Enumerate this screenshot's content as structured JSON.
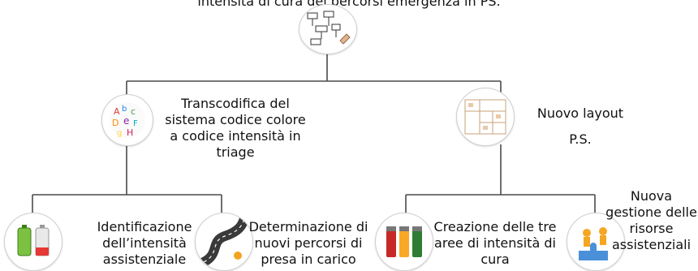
{
  "root": {
    "title": "intensità di cura dei percorsi emergenza in PS.",
    "image_icon": "flowchart-drawing-icon"
  },
  "level1": [
    {
      "label": "Transcodifica del sistema codice colore a codice intensità in triage",
      "image_icon": "colorful-letters-icon"
    },
    {
      "label": "Nuovo layout",
      "label2": "P.S.",
      "image_icon": "floor-plan-icon"
    }
  ],
  "level2": [
    {
      "label": "Identificazione dell’intensità assistenziale",
      "image_icon": "battery-levels-icon"
    },
    {
      "label": "Determinazione di nuovi percorsi di presa in carico",
      "image_icon": "winding-road-icon"
    },
    {
      "label": "Creazione delle tre aree di intensità di cura",
      "image_icon": "colored-batteries-icon"
    },
    {
      "label": "Nuova gestione delle risorse assistenziali",
      "image_icon": "puzzle-people-icon"
    }
  ],
  "colors": {
    "connector": "#4a4a4a",
    "node_border": "#cfcfcf"
  }
}
